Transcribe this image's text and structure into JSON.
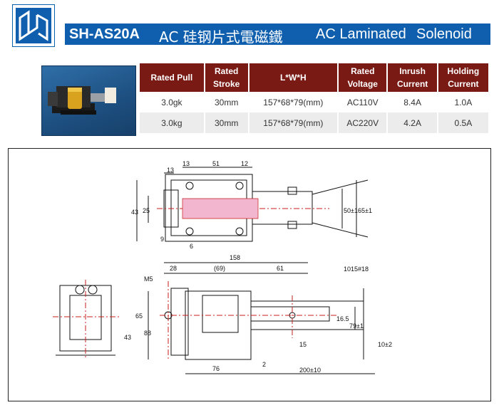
{
  "header": {
    "model": "SH-AS20A",
    "title_cn": "AC 硅钢片式電磁鐵",
    "title_en": "AC Laminated",
    "title_en2": "Solenoid",
    "colors": {
      "title_bar": "#0f5fae",
      "table_header": "#7a1a14"
    }
  },
  "table": {
    "headers": [
      [
        "Rated Pull"
      ],
      [
        "Rated",
        "Stroke"
      ],
      [
        "L*W*H"
      ],
      [
        "Rated",
        "Voltage"
      ],
      [
        "Inrush",
        "Current"
      ],
      [
        "Holding",
        "Current"
      ]
    ],
    "rows": [
      [
        "3.0gk",
        "30mm",
        "157*68*79(mm)",
        "AC110V",
        "8.4A",
        "1.0A"
      ],
      [
        "3.0kg",
        "30mm",
        "157*68*79(mm)",
        "AC220V",
        "4.2A",
        "0.5A"
      ]
    ]
  },
  "drawing": {
    "top_view": {
      "dims": [
        "13",
        "13",
        "51",
        "12",
        "43",
        "25",
        "9",
        "6",
        "50±1",
        "65±1"
      ]
    },
    "front_view": {
      "dims": [
        "158",
        "28",
        "(69)",
        "61",
        "1015#18",
        "M5",
        "65",
        "88",
        "43",
        "16.5",
        "79±1",
        "15",
        "10±2",
        "76",
        "2",
        "200±10"
      ]
    }
  }
}
